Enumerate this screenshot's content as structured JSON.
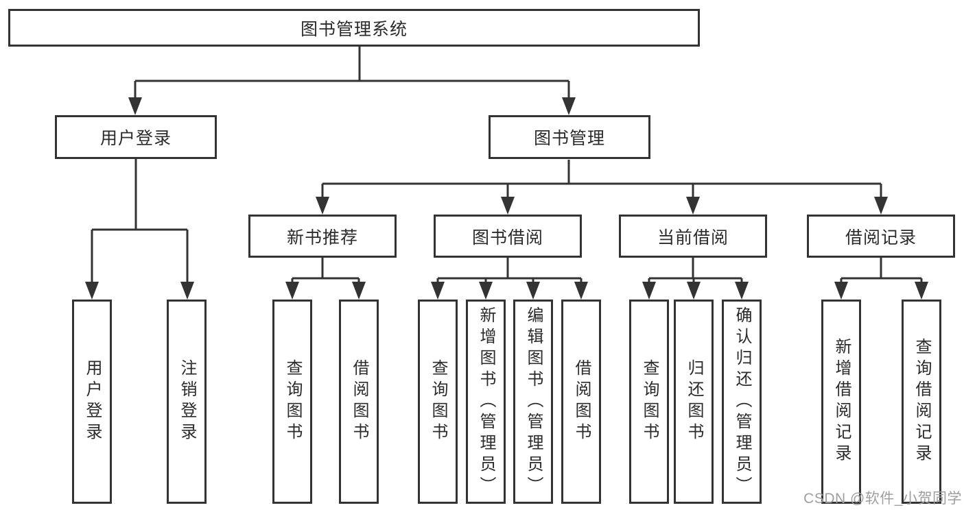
{
  "diagram": {
    "root": {
      "label": "图书管理系统"
    },
    "level2": [
      {
        "label": "用户登录"
      },
      {
        "label": "图书管理"
      }
    ],
    "level3": [
      {
        "label": "新书推荐"
      },
      {
        "label": "图书借阅"
      },
      {
        "label": "当前借阅"
      },
      {
        "label": "借阅记录"
      }
    ],
    "leaves": [
      {
        "label": "用户登录"
      },
      {
        "label": "注销登录"
      },
      {
        "label": "查询图书"
      },
      {
        "label": "借阅图书"
      },
      {
        "label": "查询图书"
      },
      {
        "label": "新增图书（管理员）"
      },
      {
        "label": "编辑图书（管理员）"
      },
      {
        "label": "借阅图书"
      },
      {
        "label": "查询图书"
      },
      {
        "label": "归还图书"
      },
      {
        "label": "确认归还（管理员）"
      },
      {
        "label": "新增借阅记录"
      },
      {
        "label": "查询借阅记录"
      }
    ]
  },
  "watermark": {
    "text": "CSDN @软件_小贺同学"
  },
  "colors": {
    "line": "#333333",
    "text": "#2b2b2b",
    "watermark": "#9e9e9e",
    "background": "#ffffff"
  }
}
